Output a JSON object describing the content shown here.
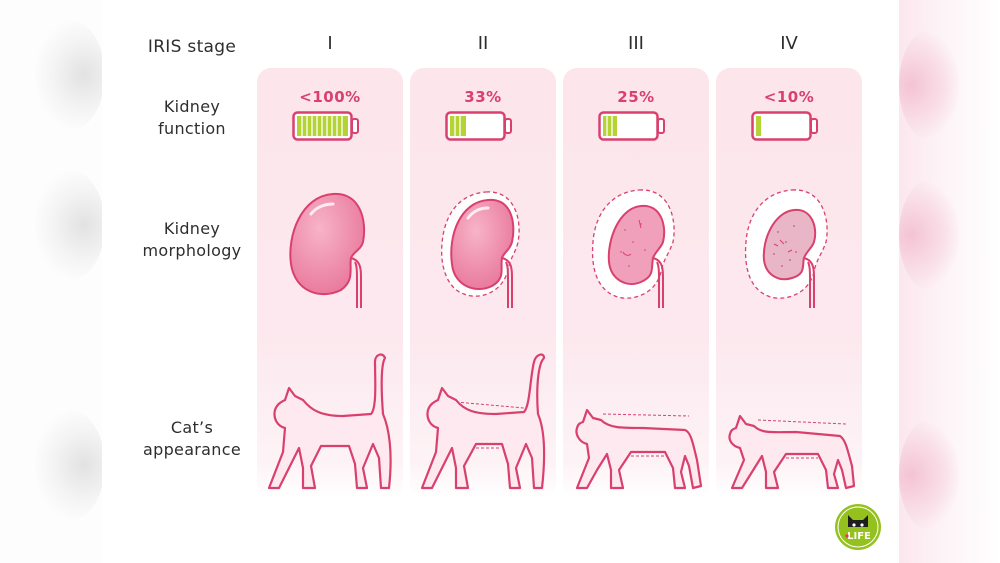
{
  "header": {
    "row_header_label": "IRIS stage"
  },
  "row_labels": {
    "kidney_function": "Kidney\nfunction",
    "kidney_morphology": "Kidney\nmorphology",
    "cat_appearance": "Cat’s\nappearance"
  },
  "row_labels_lines": {
    "kidney_function_1": "Kidney",
    "kidney_function_2": "function",
    "kidney_morphology_1": "Kidney",
    "kidney_morphology_2": "morphology",
    "cat_appearance_1": "Cat’s",
    "cat_appearance_2": "appearance"
  },
  "stages": [
    {
      "stage": "I",
      "kidney_function": "<100%",
      "battery_bars": 10,
      "kidney_state": "healthy",
      "cat_state": "normal"
    },
    {
      "stage": "II",
      "kidney_function": "33%",
      "battery_bars": 3,
      "kidney_state": "slightly shrunk",
      "cat_state": "slight weight loss"
    },
    {
      "stage": "III",
      "kidney_function": "25%",
      "battery_bars": 2,
      "kidney_state": "shrunk, scarred",
      "cat_state": "visible weight loss"
    },
    {
      "stage": "IV",
      "kidney_function": "<10%",
      "battery_bars": 1,
      "kidney_state": "severely shrunk, fibrotic",
      "cat_state": "emaciated"
    }
  ],
  "logo": {
    "text": "LIFE",
    "icon": "cat-head-icon"
  },
  "colors": {
    "accent_pink": "#d9406e",
    "column_bg": "#fce6ec",
    "battery_green": "#b5d334",
    "kidney_fill": "#ee8bab",
    "text_dark": "#2e2e2e",
    "logo_green": "#95c11f"
  }
}
